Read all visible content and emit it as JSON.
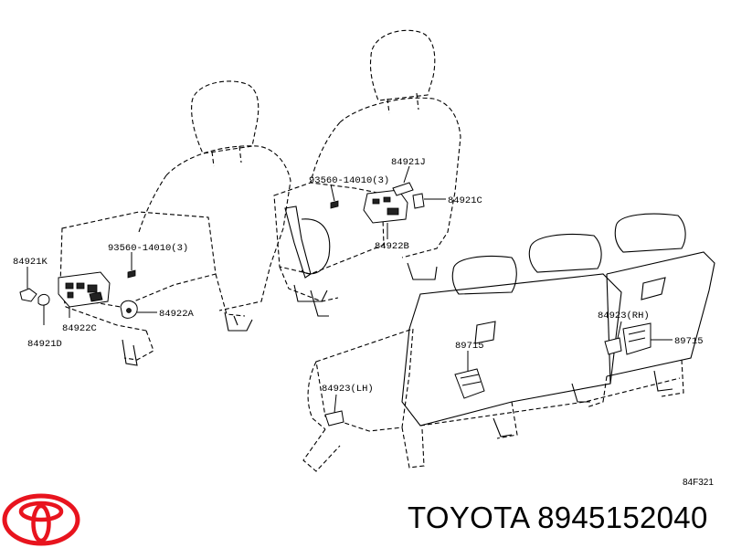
{
  "diagram": {
    "callouts": [
      {
        "id": "84921K",
        "text": "84921K"
      },
      {
        "id": "84921D",
        "text": "84921D"
      },
      {
        "id": "84922C",
        "text": "84922C"
      },
      {
        "id": "93560_front",
        "text": "93560-14010(3)"
      },
      {
        "id": "84922A",
        "text": "84922A"
      },
      {
        "id": "93560_rear",
        "text": "93560-14010(3)"
      },
      {
        "id": "84921J",
        "text": "84921J"
      },
      {
        "id": "84921C",
        "text": "84921C"
      },
      {
        "id": "84922B",
        "text": "84922B"
      },
      {
        "id": "84923RH",
        "text": "84923(RH)"
      },
      {
        "id": "89715_left",
        "text": "89715"
      },
      {
        "id": "89715_right",
        "text": "89715"
      },
      {
        "id": "84923LH",
        "text": "84923(LH)"
      }
    ],
    "reference_code": "84F321"
  },
  "caption": {
    "brand": "TOYOTA",
    "part_number": "8945152040"
  },
  "colors": {
    "logo_red": "#e8141e",
    "line": "#000000"
  }
}
